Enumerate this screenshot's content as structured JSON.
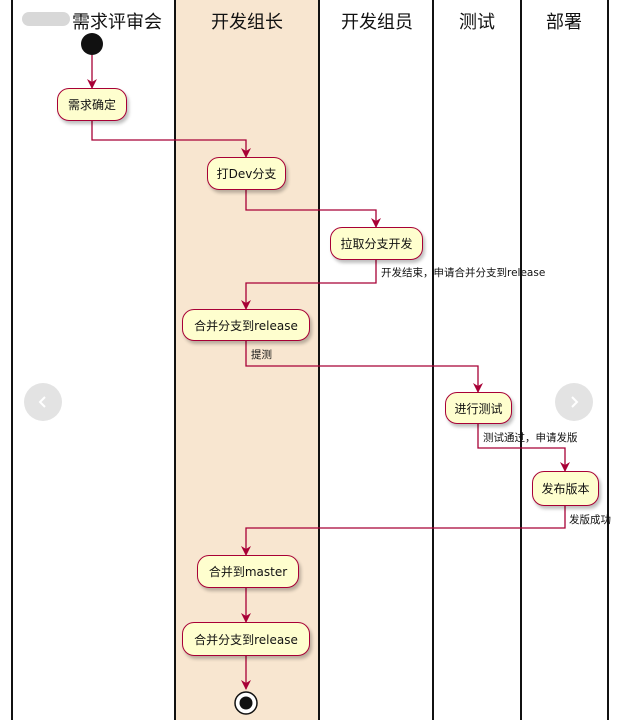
{
  "lanes": [
    {
      "title": "需求评审会"
    },
    {
      "title": "开发组长"
    },
    {
      "title": "开发组员"
    },
    {
      "title": "测试"
    },
    {
      "title": "部署"
    }
  ],
  "actions": {
    "req_confirm": "需求确定",
    "dev_branch": "打Dev分支",
    "pull_branch": "拉取分支开发",
    "merge_release_1": "合并分支到release",
    "run_test": "进行测试",
    "release_version": "发布版本",
    "merge_master": "合并到master",
    "merge_release_2": "合并分支到release"
  },
  "edge_labels": {
    "dev_done": "开发结束，申请合并分支到release",
    "to_test": "提测",
    "test_pass": "测试通过，申请发版",
    "release_ok": "发版成功"
  },
  "colors": {
    "lane_highlight": "#f8e6d0",
    "arrow": "#a80036",
    "action_fill": "#fefece"
  }
}
